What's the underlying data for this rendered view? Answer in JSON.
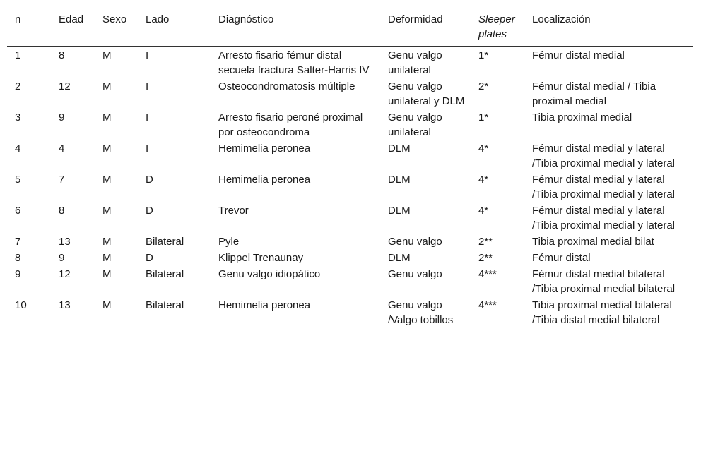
{
  "table": {
    "headers": [
      {
        "label": "n",
        "italic": false
      },
      {
        "label": "Edad",
        "italic": false
      },
      {
        "label": "Sexo",
        "italic": false
      },
      {
        "label": "Lado",
        "italic": false
      },
      {
        "label": "Diagnóstico",
        "italic": false
      },
      {
        "label": "Deformidad",
        "italic": false
      },
      {
        "label": "Sleeper plates",
        "italic": true
      },
      {
        "label": "Localización",
        "italic": false
      }
    ],
    "rows": [
      [
        "1",
        "8",
        "M",
        "I",
        "Arresto fisario fémur distal secuela fractura Salter-Harris IV",
        "Genu valgo unilateral",
        "1*",
        "Fémur distal medial"
      ],
      [
        "2",
        "12",
        "M",
        "I",
        "Osteocondromatosis múltiple",
        "Genu valgo unilateral y DLM",
        "2*",
        "Fémur distal medial / Tibia proximal medial"
      ],
      [
        "3",
        "9",
        "M",
        "I",
        "Arresto fisario peroné proximal por osteocondroma",
        "Genu valgo unilateral",
        "1*",
        "Tibia proximal medial"
      ],
      [
        "4",
        "4",
        "M",
        "I",
        "Hemimelia peronea",
        "DLM",
        "4*",
        "Fémur distal medial y lateral /Tibia proximal medial y lateral"
      ],
      [
        "5",
        "7",
        "M",
        "D",
        "Hemimelia peronea",
        "DLM",
        "4*",
        "Fémur distal medial y lateral /Tibia proximal medial y lateral"
      ],
      [
        "6",
        "8",
        "M",
        "D",
        "Trevor",
        "DLM",
        "4*",
        "Fémur distal medial y lateral /Tibia proximal medial y lateral"
      ],
      [
        "7",
        "13",
        "M",
        "Bilateral",
        "Pyle",
        "Genu valgo",
        "2**",
        "Tibia proximal medial bilat"
      ],
      [
        "8",
        "9",
        "M",
        "D",
        "Klippel Trenaunay",
        "DLM",
        "2**",
        "Fémur distal"
      ],
      [
        "9",
        "12",
        "M",
        "Bilateral",
        "Genu valgo idiopático",
        "Genu valgo",
        "4***",
        "Fémur distal medial bilateral /Tibia proximal medial bilateral"
      ],
      [
        "10",
        "13",
        "M",
        "Bilateral",
        "Hemimelia peronea",
        "Genu valgo /Valgo tobillos",
        "4***",
        "Tibia proximal medial bilateral /Tibia distal medial bilateral"
      ]
    ]
  }
}
